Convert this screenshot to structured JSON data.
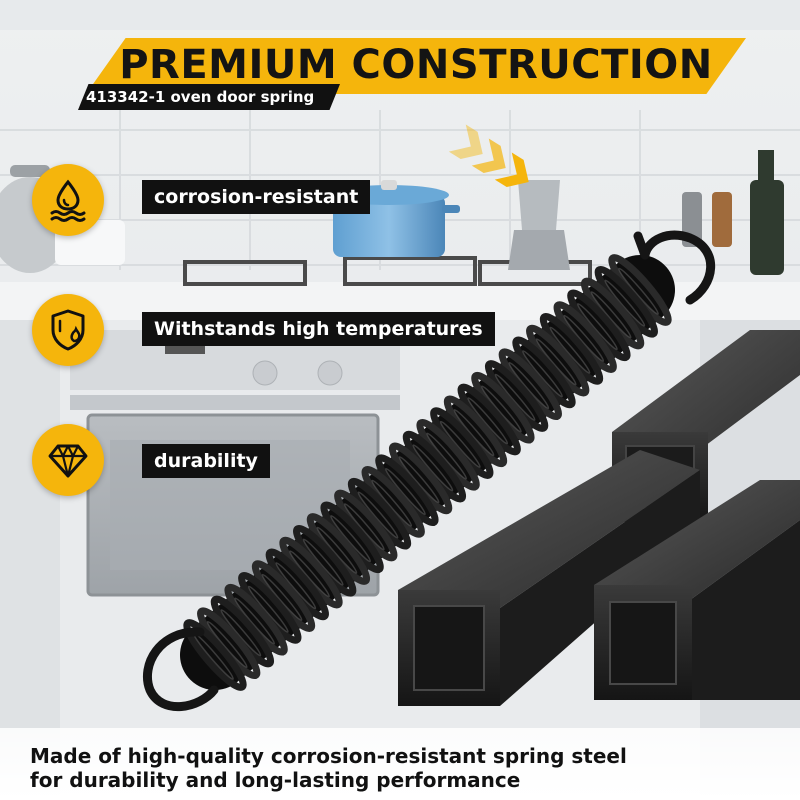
{
  "banner": {
    "title": "PREMIUM CONSTRUCTION",
    "subtitle": "413342-1 oven door spring"
  },
  "features": [
    {
      "icon": "water-drop-icon",
      "label": "corrosion-resistant"
    },
    {
      "icon": "heat-shield-icon",
      "label": "Withstands high temperatures"
    },
    {
      "icon": "diamond-icon",
      "label": "durability"
    }
  ],
  "caption": {
    "line1": "Made of high-quality corrosion-resistant spring steel",
    "line2": "for durability and long-lasting performance"
  },
  "colors": {
    "accent": "#f5b50c",
    "label_bg": "#111111",
    "spring": "#151515"
  }
}
